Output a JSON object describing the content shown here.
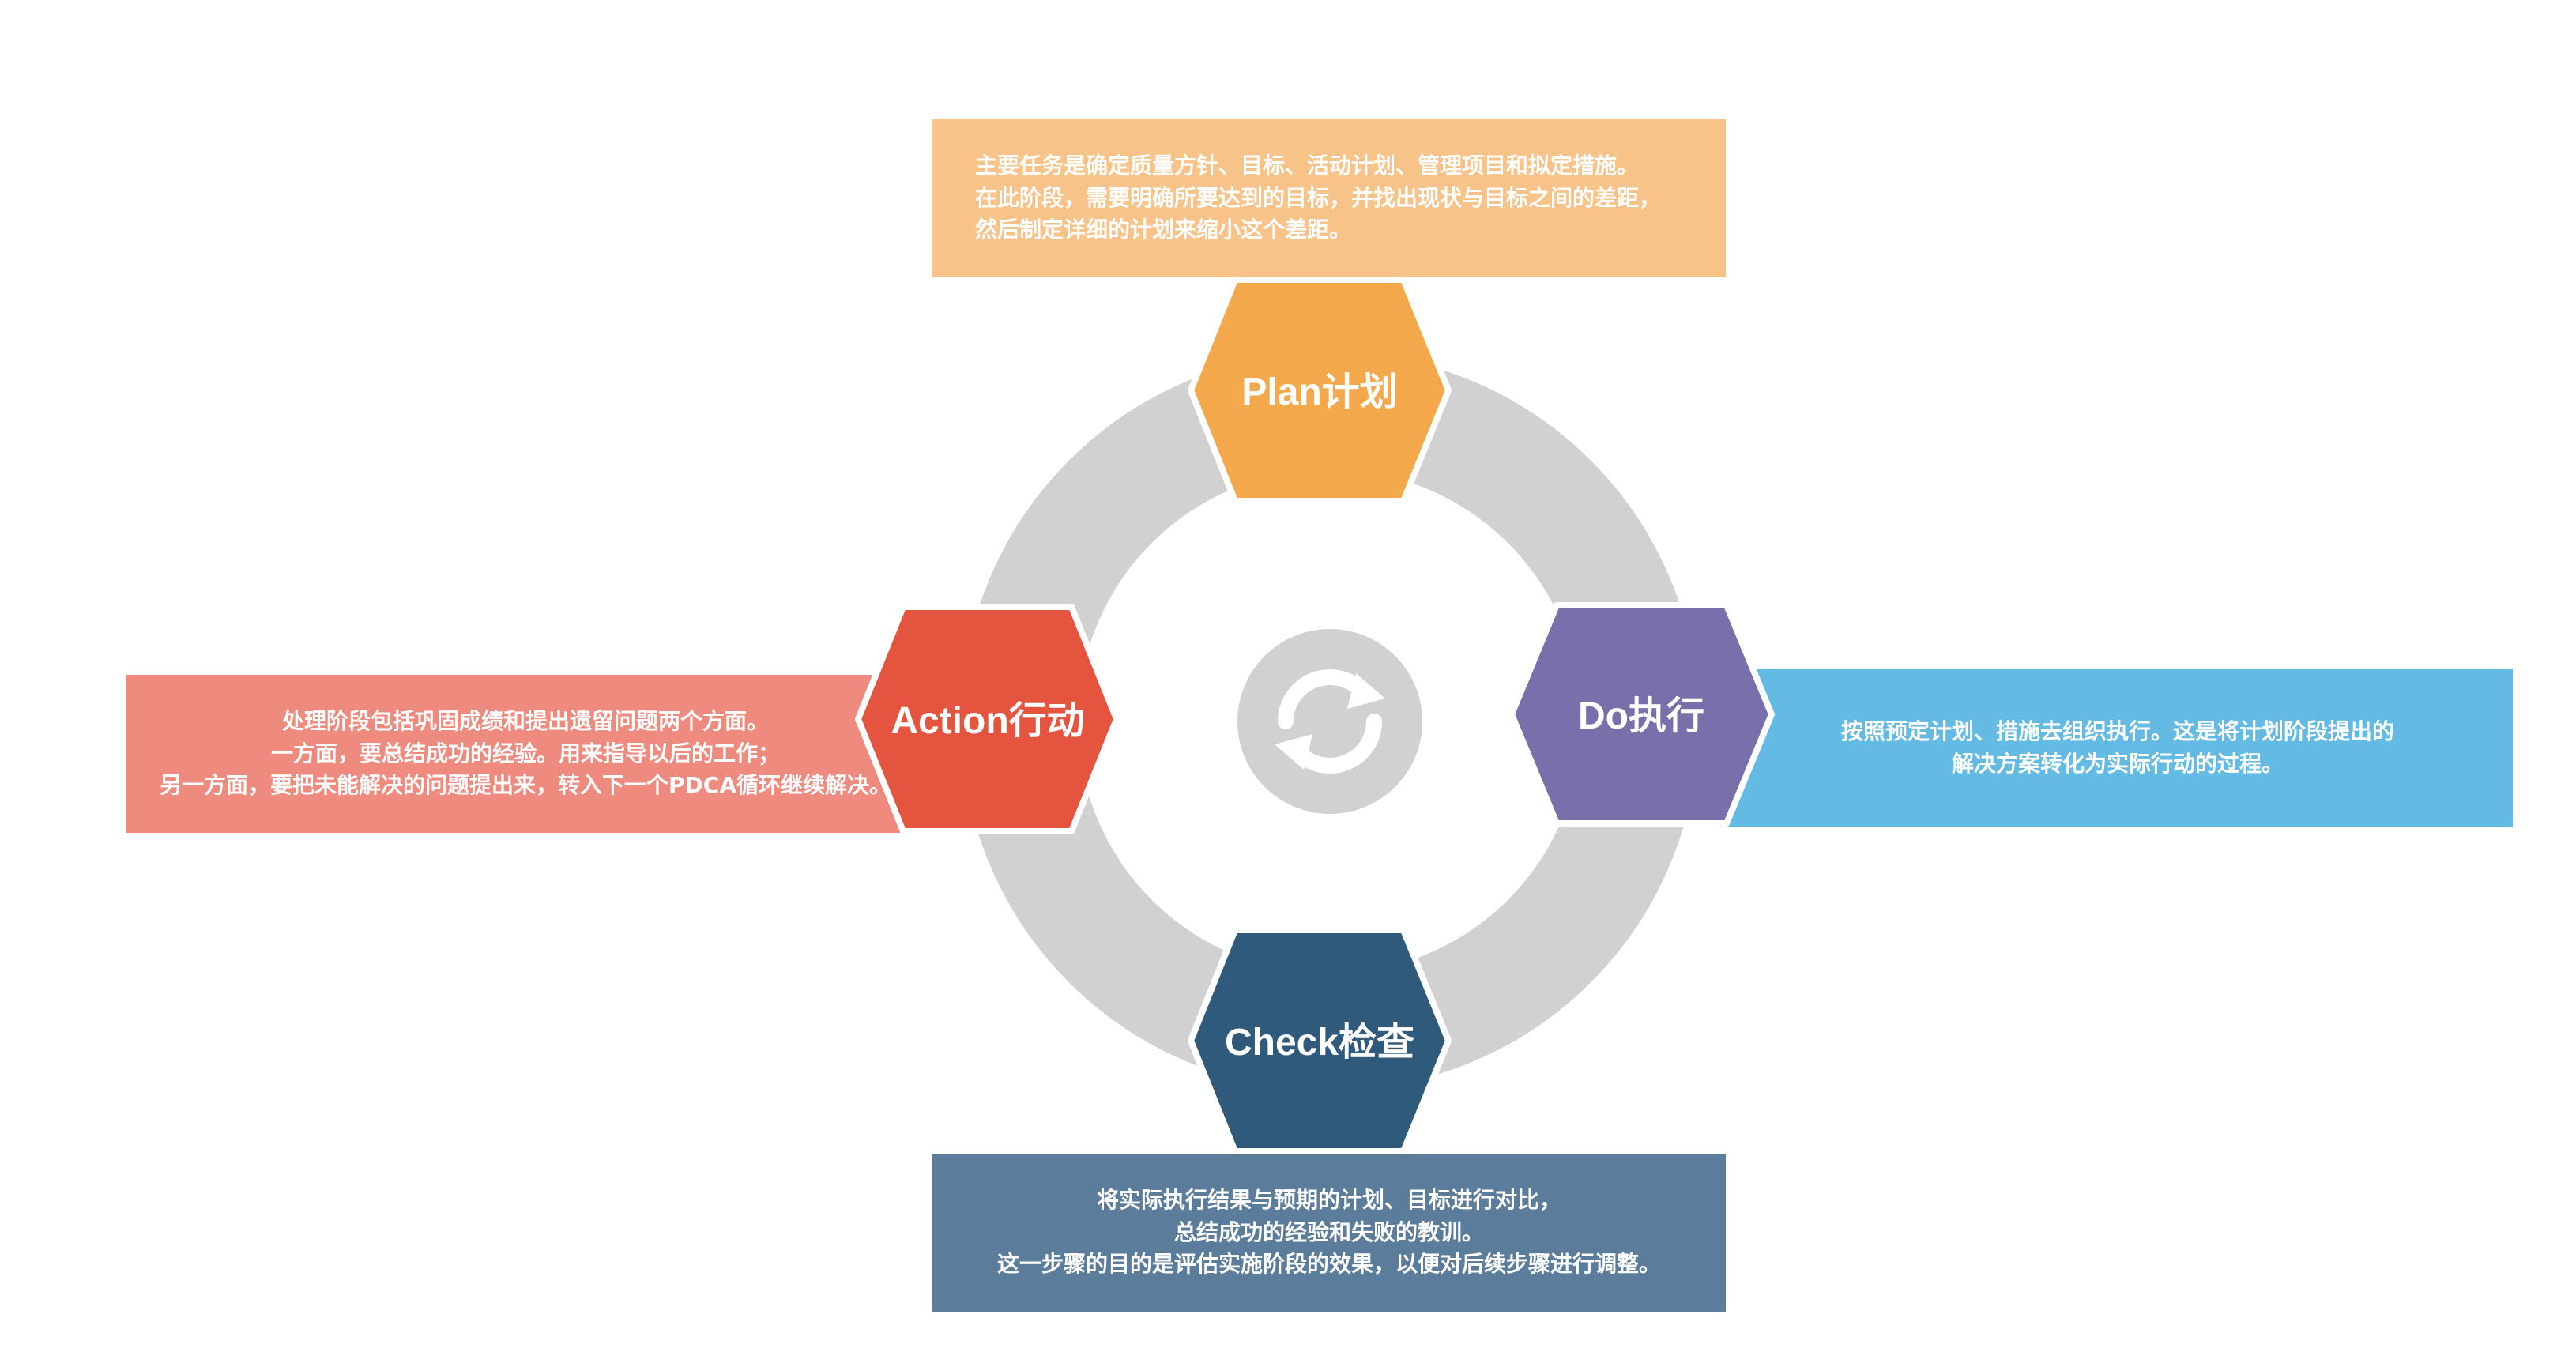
{
  "colors": {
    "ring": "#D1D1D1",
    "plan": "#F3A94B",
    "do": "#7770AA",
    "check": "#2F5A7C",
    "action": "#E5543F",
    "plan_box": "#F7C388",
    "do_box": "#63BAE2",
    "check_box": "#5B7D9B",
    "action_box": "#EE8B7E"
  },
  "center_icon": "refresh-cycle-icon",
  "stages": {
    "plan": {
      "label": "Plan计划",
      "lines": [
        "主要任务是确定质量方针、目标、活动计划、管理项目和拟定措施。",
        "在此阶段，需要明确所要达到的目标，并找出现状与目标之间的差距，",
        "然后制定详细的计划来缩小这个差距。"
      ]
    },
    "do": {
      "label": "Do执行",
      "lines": [
        "按照预定计划、措施去组织执行。这是将计划阶段提出的",
        "解决方案转化为实际行动的过程。"
      ]
    },
    "check": {
      "label": "Check检查",
      "lines": [
        "将实际执行结果与预期的计划、目标进行对比，",
        "总结成功的经验和失败的教训。",
        "这一步骤的目的是评估实施阶段的效果，以便对后续步骤进行调整。"
      ]
    },
    "action": {
      "label": "Action行动",
      "lines": [
        "处理阶段包括巩固成绩和提出遗留问题两个方面。",
        "一方面，要总结成功的经验。用来指导以后的工作；",
        "另一方面，要把未能解决的问题提出来，转入下一个PDCA循环继续解决。"
      ]
    }
  }
}
